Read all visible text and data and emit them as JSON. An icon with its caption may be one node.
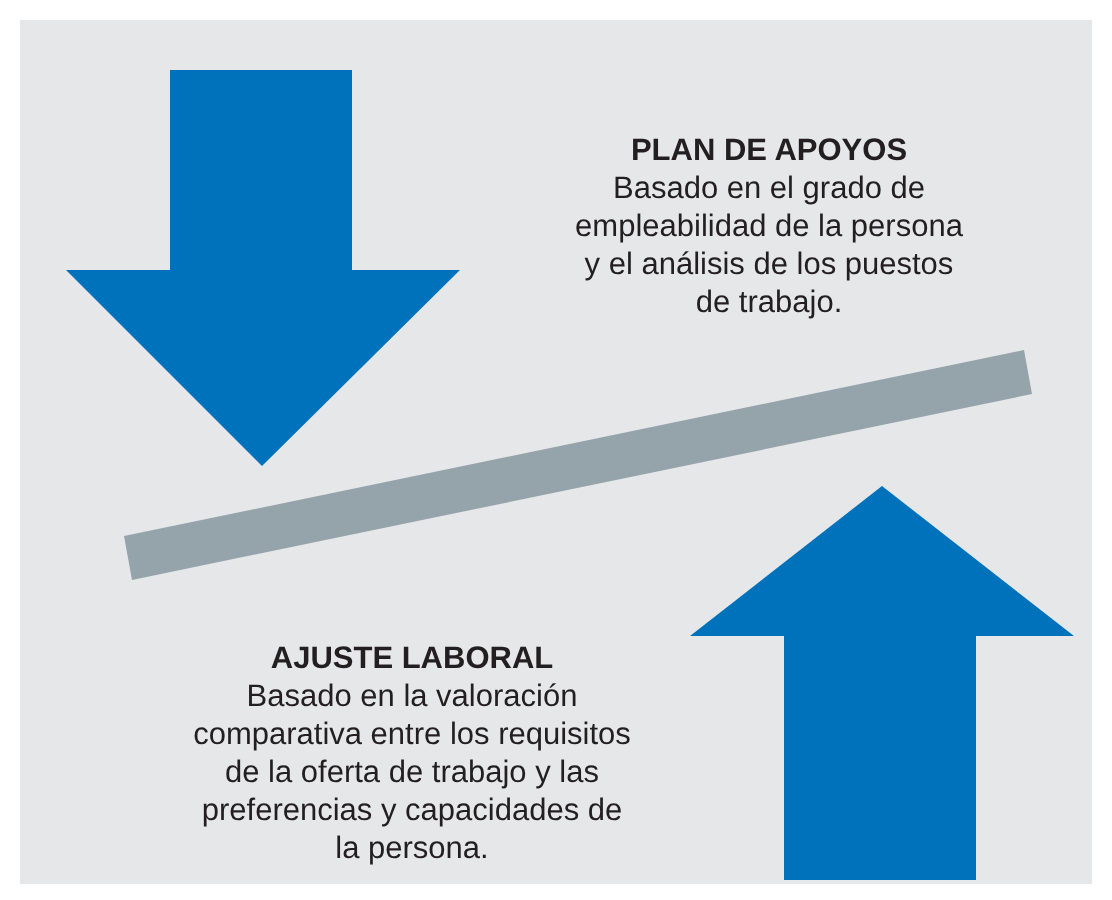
{
  "diagram": {
    "labels": [
      "PLAN DE APOYOS",
      "Basado en el grado de empleabilidad de la persona y el análisis de los puestos de trabajo.",
      "AJUSTE LABORAL",
      "Basado en la valoración comparativa entre los requisitos de la oferta de trabajo y las preferencias y capacidades de la persona."
    ]
  }
}
